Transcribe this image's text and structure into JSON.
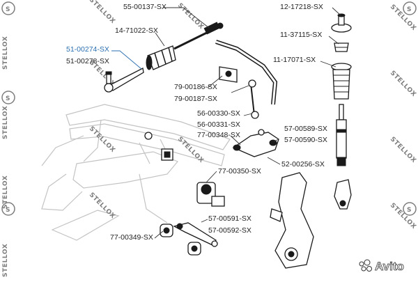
{
  "colors": {
    "label": "#222222",
    "highlight": "#2a6fb0",
    "watermark": "#7d7d7d",
    "frame": "#c3c3c3",
    "part_outline": "#1a1a1a"
  },
  "watermark": {
    "text": "STELLOX",
    "corner_glyph": "S",
    "avito_text": "Avito",
    "avito_icon": "avito-dots-icon"
  },
  "labels": {
    "p55_00137": "55-00137-SX",
    "p14_71022": "14-71022-SX",
    "p51_00274": "51-00274-SX",
    "p51_00278": "51-00278-SX",
    "p12_17218": "12-17218-SX",
    "p11_37115": "11-37115-SX",
    "p11_17071": "11-17071-SX",
    "p79_00186": "79-00186-SX",
    "p79_00187": "79-00187-SX",
    "p56_00330": "56-00330-SX",
    "p56_00331": "56-00331-SX",
    "p77_00348": "77-00348-SX",
    "p57_00589": "57-00589-SX",
    "p57_00590": "57-00590-SX",
    "p52_00256": "52-00256-SX",
    "p77_00350": "77-00350-SX",
    "p57_00591": "57-00591-SX",
    "p57_00592": "57-00592-SX",
    "p77_00349": "77-00349-SX"
  }
}
